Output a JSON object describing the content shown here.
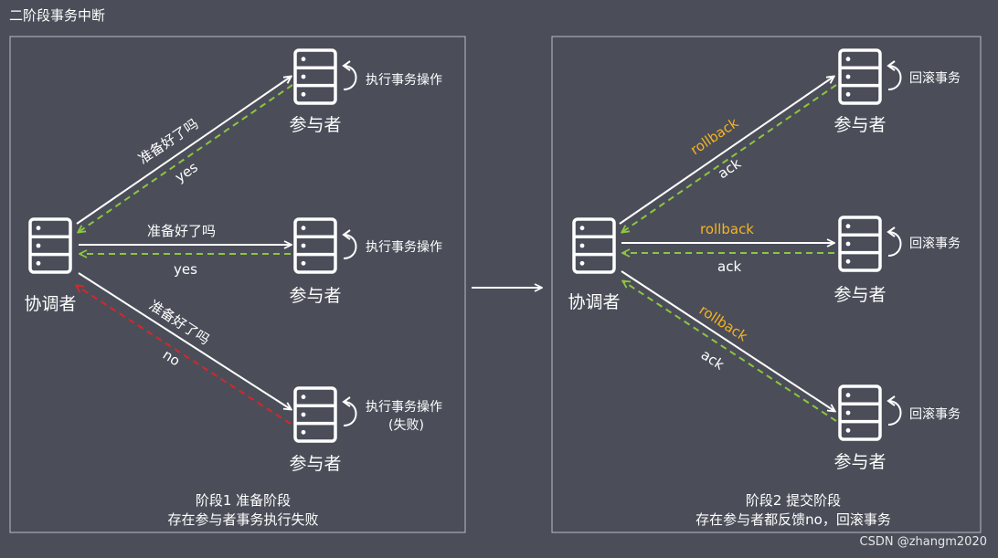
{
  "title": "二阶段事务中断",
  "phase1": {
    "coordinator_label": "协调者",
    "participants": [
      {
        "label": "参与者",
        "action": "执行事务操作",
        "action2": ""
      },
      {
        "label": "参与者",
        "action": "执行事务操作",
        "action2": ""
      },
      {
        "label": "参与者",
        "action": "执行事务操作",
        "action2": "(失败)"
      }
    ],
    "requests": [
      "准备好了吗",
      "准备好了吗",
      "准备好了吗"
    ],
    "replies": [
      "yes",
      "yes",
      "no"
    ],
    "caption_line1": "阶段1 准备阶段",
    "caption_line2": "存在参与者事务执行失败"
  },
  "phase2": {
    "coordinator_label": "协调者",
    "participants": [
      {
        "label": "参与者",
        "action": "回滚事务"
      },
      {
        "label": "参与者",
        "action": "回滚事务"
      },
      {
        "label": "参与者",
        "action": "回滚事务"
      }
    ],
    "requests": [
      "rollback",
      "rollback",
      "rollback"
    ],
    "replies": [
      "ack",
      "ack",
      "ack"
    ],
    "caption_line1": "阶段2 提交阶段",
    "caption_line2": "存在参与者都反馈no，回滚事务"
  },
  "watermark": "CSDN @zhangm2020",
  "colors": {
    "background": "#4b4e59",
    "line": "#ffffff",
    "ack_dashed": "#8dc63f",
    "fail_dashed": "#d9252a",
    "rollback_text": "#f5b41f"
  }
}
